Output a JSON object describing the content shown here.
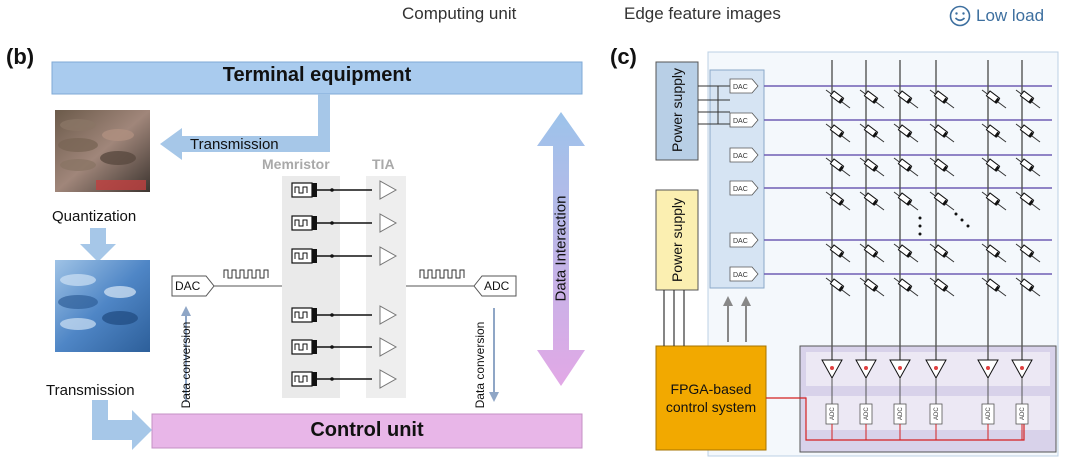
{
  "header": {
    "computing_unit": "Computing unit",
    "edge_feature_images": "Edge feature images",
    "load_status": "Low load"
  },
  "panel_b": {
    "tag": "(b)",
    "terminal_equipment": "Terminal equipment",
    "control_unit": "Control unit",
    "transmission_top": "Transmission",
    "quantization": "Quantization",
    "transmission_bottom": "Transmission",
    "memristor_header": "Memristor",
    "tia_header": "TIA",
    "dac": "DAC",
    "adc": "ADC",
    "data_conversion_left": "Data conversion",
    "data_conversion_right": "Data conversion",
    "data_interaction": "Data Interaction"
  },
  "panel_c": {
    "tag": "(c)",
    "power_supply_top": "Power supply",
    "power_supply_bottom": "Power supply",
    "dac": "DAC",
    "adc": "ADC",
    "fpga_line1": "FPGA-based",
    "fpga_line2": "control system"
  },
  "colors": {
    "terminal_bar": "#a9cbee",
    "control_bar": "#e8b6e8",
    "arrow_blue": "#a6c7e8",
    "interaction_grad_top": "#9cc3ea",
    "interaction_grad_bottom": "#e2a8e6",
    "power_top": "#b8cfe6",
    "power_bottom": "#fbefb1",
    "fpga": "#f2a900",
    "grid_line": "#6f5db3",
    "adc_box": "#d8d2ea"
  }
}
